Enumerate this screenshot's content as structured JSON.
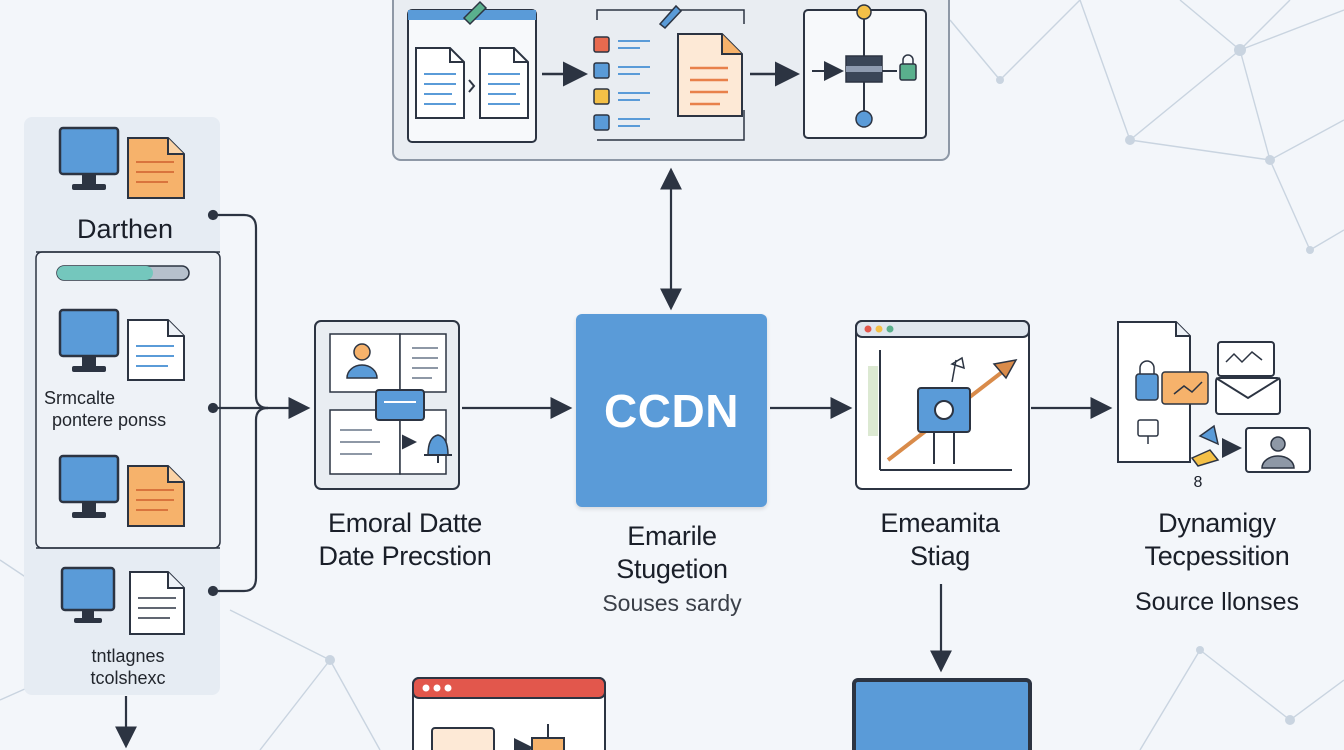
{
  "left_panel": {
    "top_label": "Darthen",
    "mid_label_line1": "Srmcalte",
    "mid_label_line2": "pontere ponss",
    "bottom_label_line1": "tntlagnes",
    "bottom_label_line2": "tcolshexc"
  },
  "stage_emoral": {
    "line1": "Emoral Datte",
    "line2": "Date Precstion"
  },
  "stage_ccdn": {
    "box_text": "CCDN",
    "line1": "Emarile",
    "line2": "Stugetion",
    "sub": "Souses sardy"
  },
  "stage_emeamita": {
    "line1": "Emeamita",
    "line2": "Stiag"
  },
  "stage_dynamigy": {
    "line1": "Dynamigy",
    "line2": "Tecpessition",
    "sub": "Source llonses",
    "small_mark": "8"
  },
  "colors": {
    "background": "#f3f6fa",
    "accent_blue": "#5a9bd8",
    "outline": "#2c3442",
    "orange_doc": "#f6b26b",
    "red_window": "#e2574c"
  }
}
